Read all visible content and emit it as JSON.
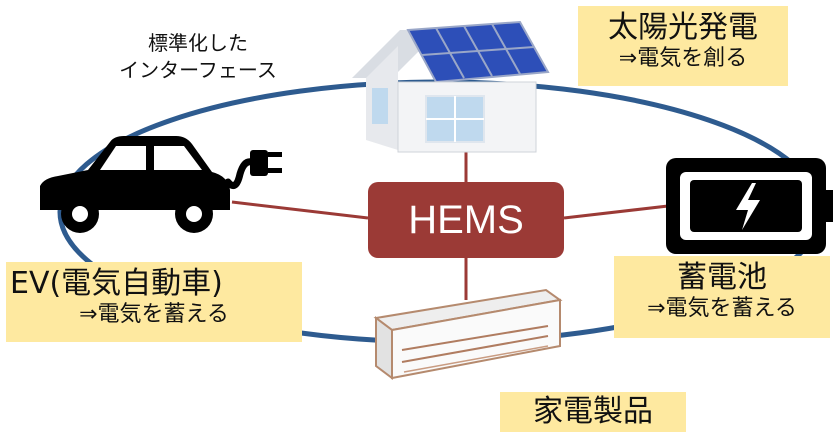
{
  "interface_label": [
    "標準化した",
    "インターフェース"
  ],
  "center": {
    "label": "HEMS"
  },
  "nodes": {
    "solar": {
      "title": "太陽光発電",
      "subtitle": "⇒電気を創る",
      "icon": "house-solar-icon"
    },
    "battery": {
      "title": "蓄電池",
      "subtitle": "⇒電気を蓄える",
      "icon": "battery-icon"
    },
    "ev": {
      "title": "EV(電気自動車)",
      "subtitle": "⇒電気を蓄える",
      "icon": "electric-car-icon"
    },
    "appliance": {
      "title": "家電製品",
      "icon": "air-conditioner-icon"
    }
  },
  "colors": {
    "ellipse": "#2e5b8f",
    "connector": "#9b3a36",
    "hems_box": "#9b3a36",
    "label_box": "#fee9a0"
  }
}
